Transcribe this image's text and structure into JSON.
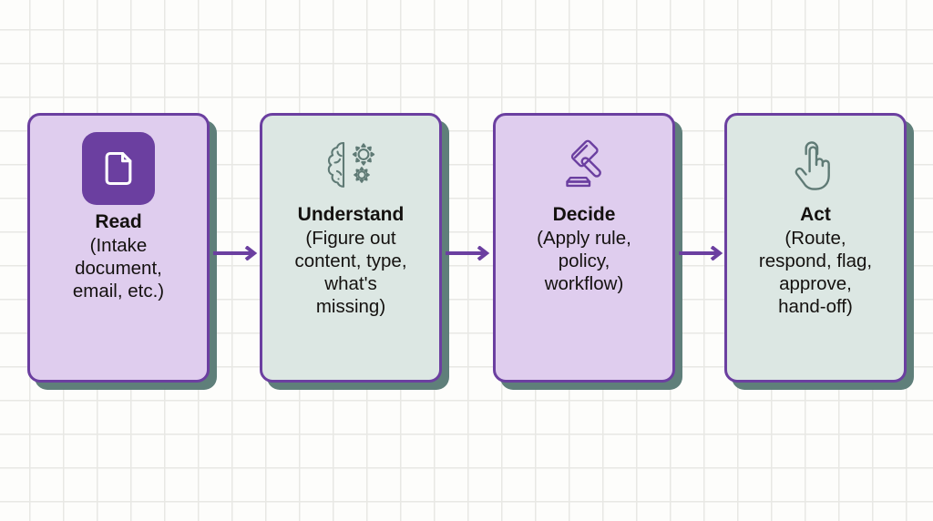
{
  "theme": {
    "background": "#FDFDFB",
    "grid_line": "#E8E8E4",
    "purple_border": "#6B3FA0",
    "purple_fill": "#DFCDEE",
    "sage_fill": "#DCE7E3",
    "shadow": "#5F7F7A",
    "icon_sage": "#5F7A75",
    "icon_purple": "#6B3FA0",
    "text": "#14110F"
  },
  "diagram": {
    "type": "process-flow",
    "orientation": "horizontal",
    "step_count": 4,
    "steps": [
      {
        "id": "read",
        "title": "Read",
        "description": "(Intake\ndocument,\nemail, etc.)",
        "icon": "document-icon",
        "style": "purple",
        "icon_style": "badge"
      },
      {
        "id": "understand",
        "title": "Understand",
        "description": "(Figure out\ncontent, type,\nwhat's\nmissing)",
        "icon": "brain-gears-icon",
        "style": "sage",
        "icon_style": "plain"
      },
      {
        "id": "decide",
        "title": "Decide",
        "description": "(Apply rule,\npolicy,\nworkflow)",
        "icon": "gavel-icon",
        "style": "purple",
        "icon_style": "plain"
      },
      {
        "id": "act",
        "title": "Act",
        "description": "(Route,\nrespond, flag,\napprove,\nhand-off)",
        "icon": "tap-hand-icon",
        "style": "sage",
        "icon_style": "plain"
      }
    ],
    "connectors": [
      {
        "id": "connector-read-understand",
        "icon": "arrow-right-icon"
      },
      {
        "id": "connector-understand-decide",
        "icon": "arrow-right-icon"
      },
      {
        "id": "connector-decide-act",
        "icon": "arrow-right-icon"
      }
    ]
  }
}
